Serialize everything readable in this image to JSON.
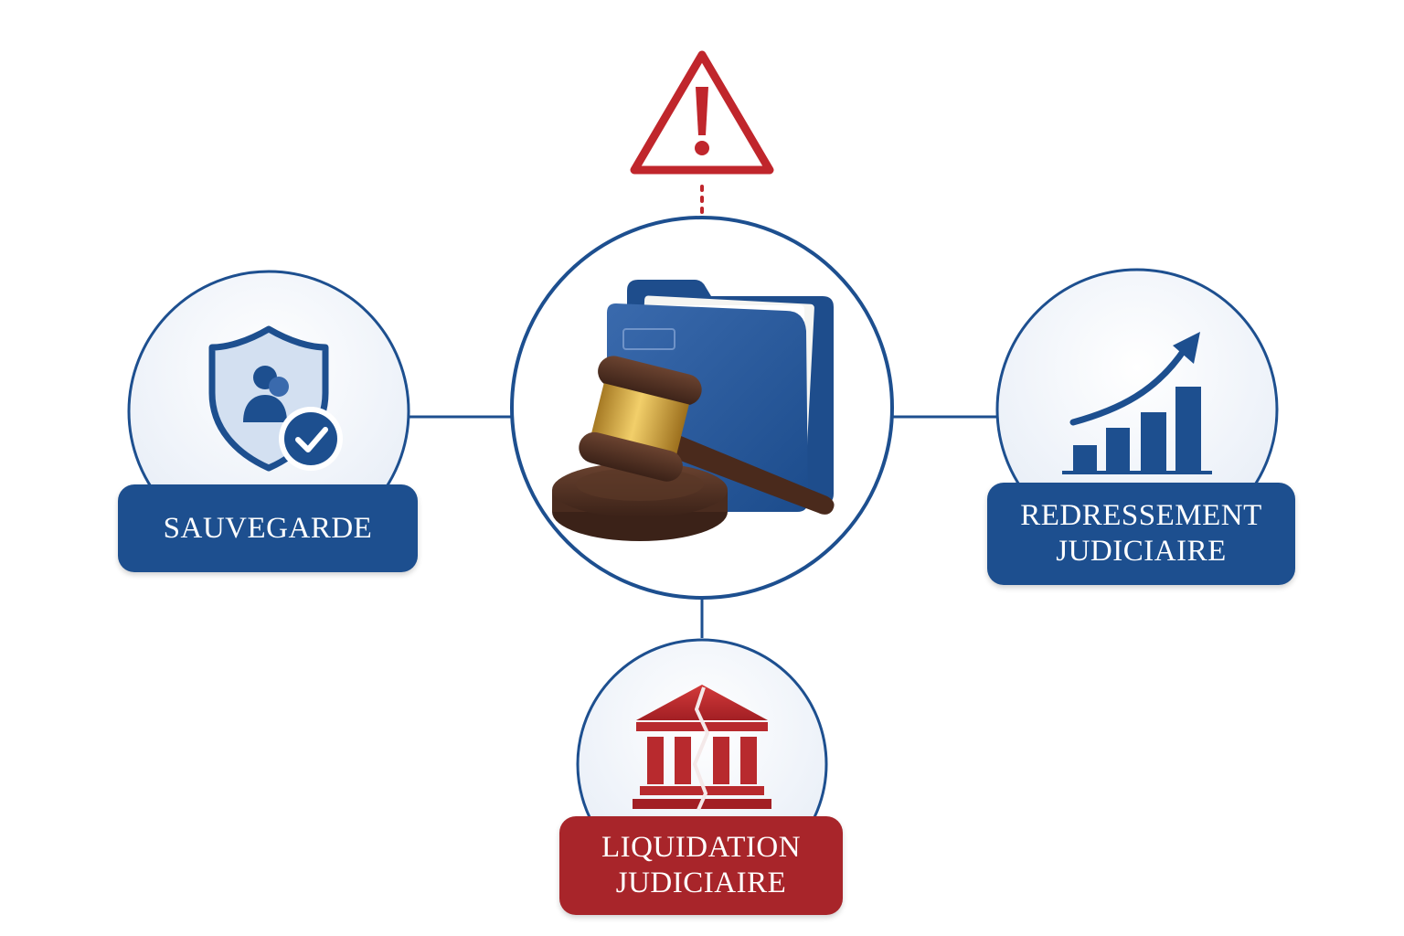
{
  "nodes": {
    "sauvegarde": {
      "lines": [
        "SAUVEGARDE"
      ],
      "icon": "shield-user-check-icon"
    },
    "redressement": {
      "lines": [
        "REDRESSEMENT",
        "JUDICIAIRE"
      ],
      "icon": "growth-chart-icon"
    },
    "liquidation": {
      "lines": [
        "LIQUIDATION",
        "JUDICIAIRE"
      ],
      "icon": "cracked-courthouse-icon"
    },
    "center": {
      "icon": "gavel-folder-icon"
    },
    "alert": {
      "icon": "warning-triangle-icon"
    }
  },
  "colors": {
    "primary_blue": "#1d4f8f",
    "alert_red": "#c0262c",
    "circle_fill": "#eef3fa"
  }
}
